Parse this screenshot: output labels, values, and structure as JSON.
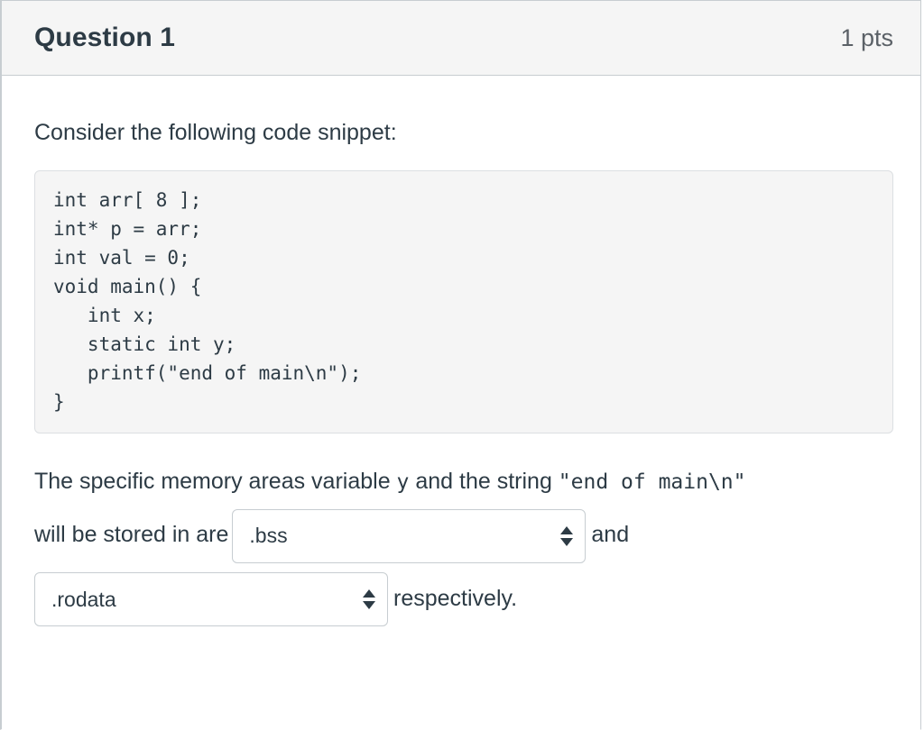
{
  "header": {
    "question_name": "Question 1",
    "points": "1 pts"
  },
  "body": {
    "prompt": "Consider the following code snippet:",
    "code": "int arr[ 8 ];\nint* p = arr;\nint val = 0;\nvoid main() {\n   int x;\n   static int y;\n   printf(\"end of main\\n\");\n}",
    "sentence": {
      "part1": "The specific memory areas variable ",
      "variable": "y",
      "part2": " and the string ",
      "string_literal": "\"end of main\\n\"",
      "part3": "will be stored in are",
      "connector": "and",
      "part4": "respectively."
    },
    "dropdown1": {
      "value": ".bss",
      "up_arrow": "triangle-up",
      "down_arrow": "triangle-down"
    },
    "dropdown2": {
      "value": ".rodata",
      "up_arrow": "triangle-up",
      "down_arrow": "triangle-down"
    }
  },
  "colors": {
    "text": "#2D3B45",
    "header_bg": "#F5F5F5",
    "border": "#C7CDD1",
    "code_bg": "#F5F5F5",
    "points_text": "#5B6167"
  }
}
